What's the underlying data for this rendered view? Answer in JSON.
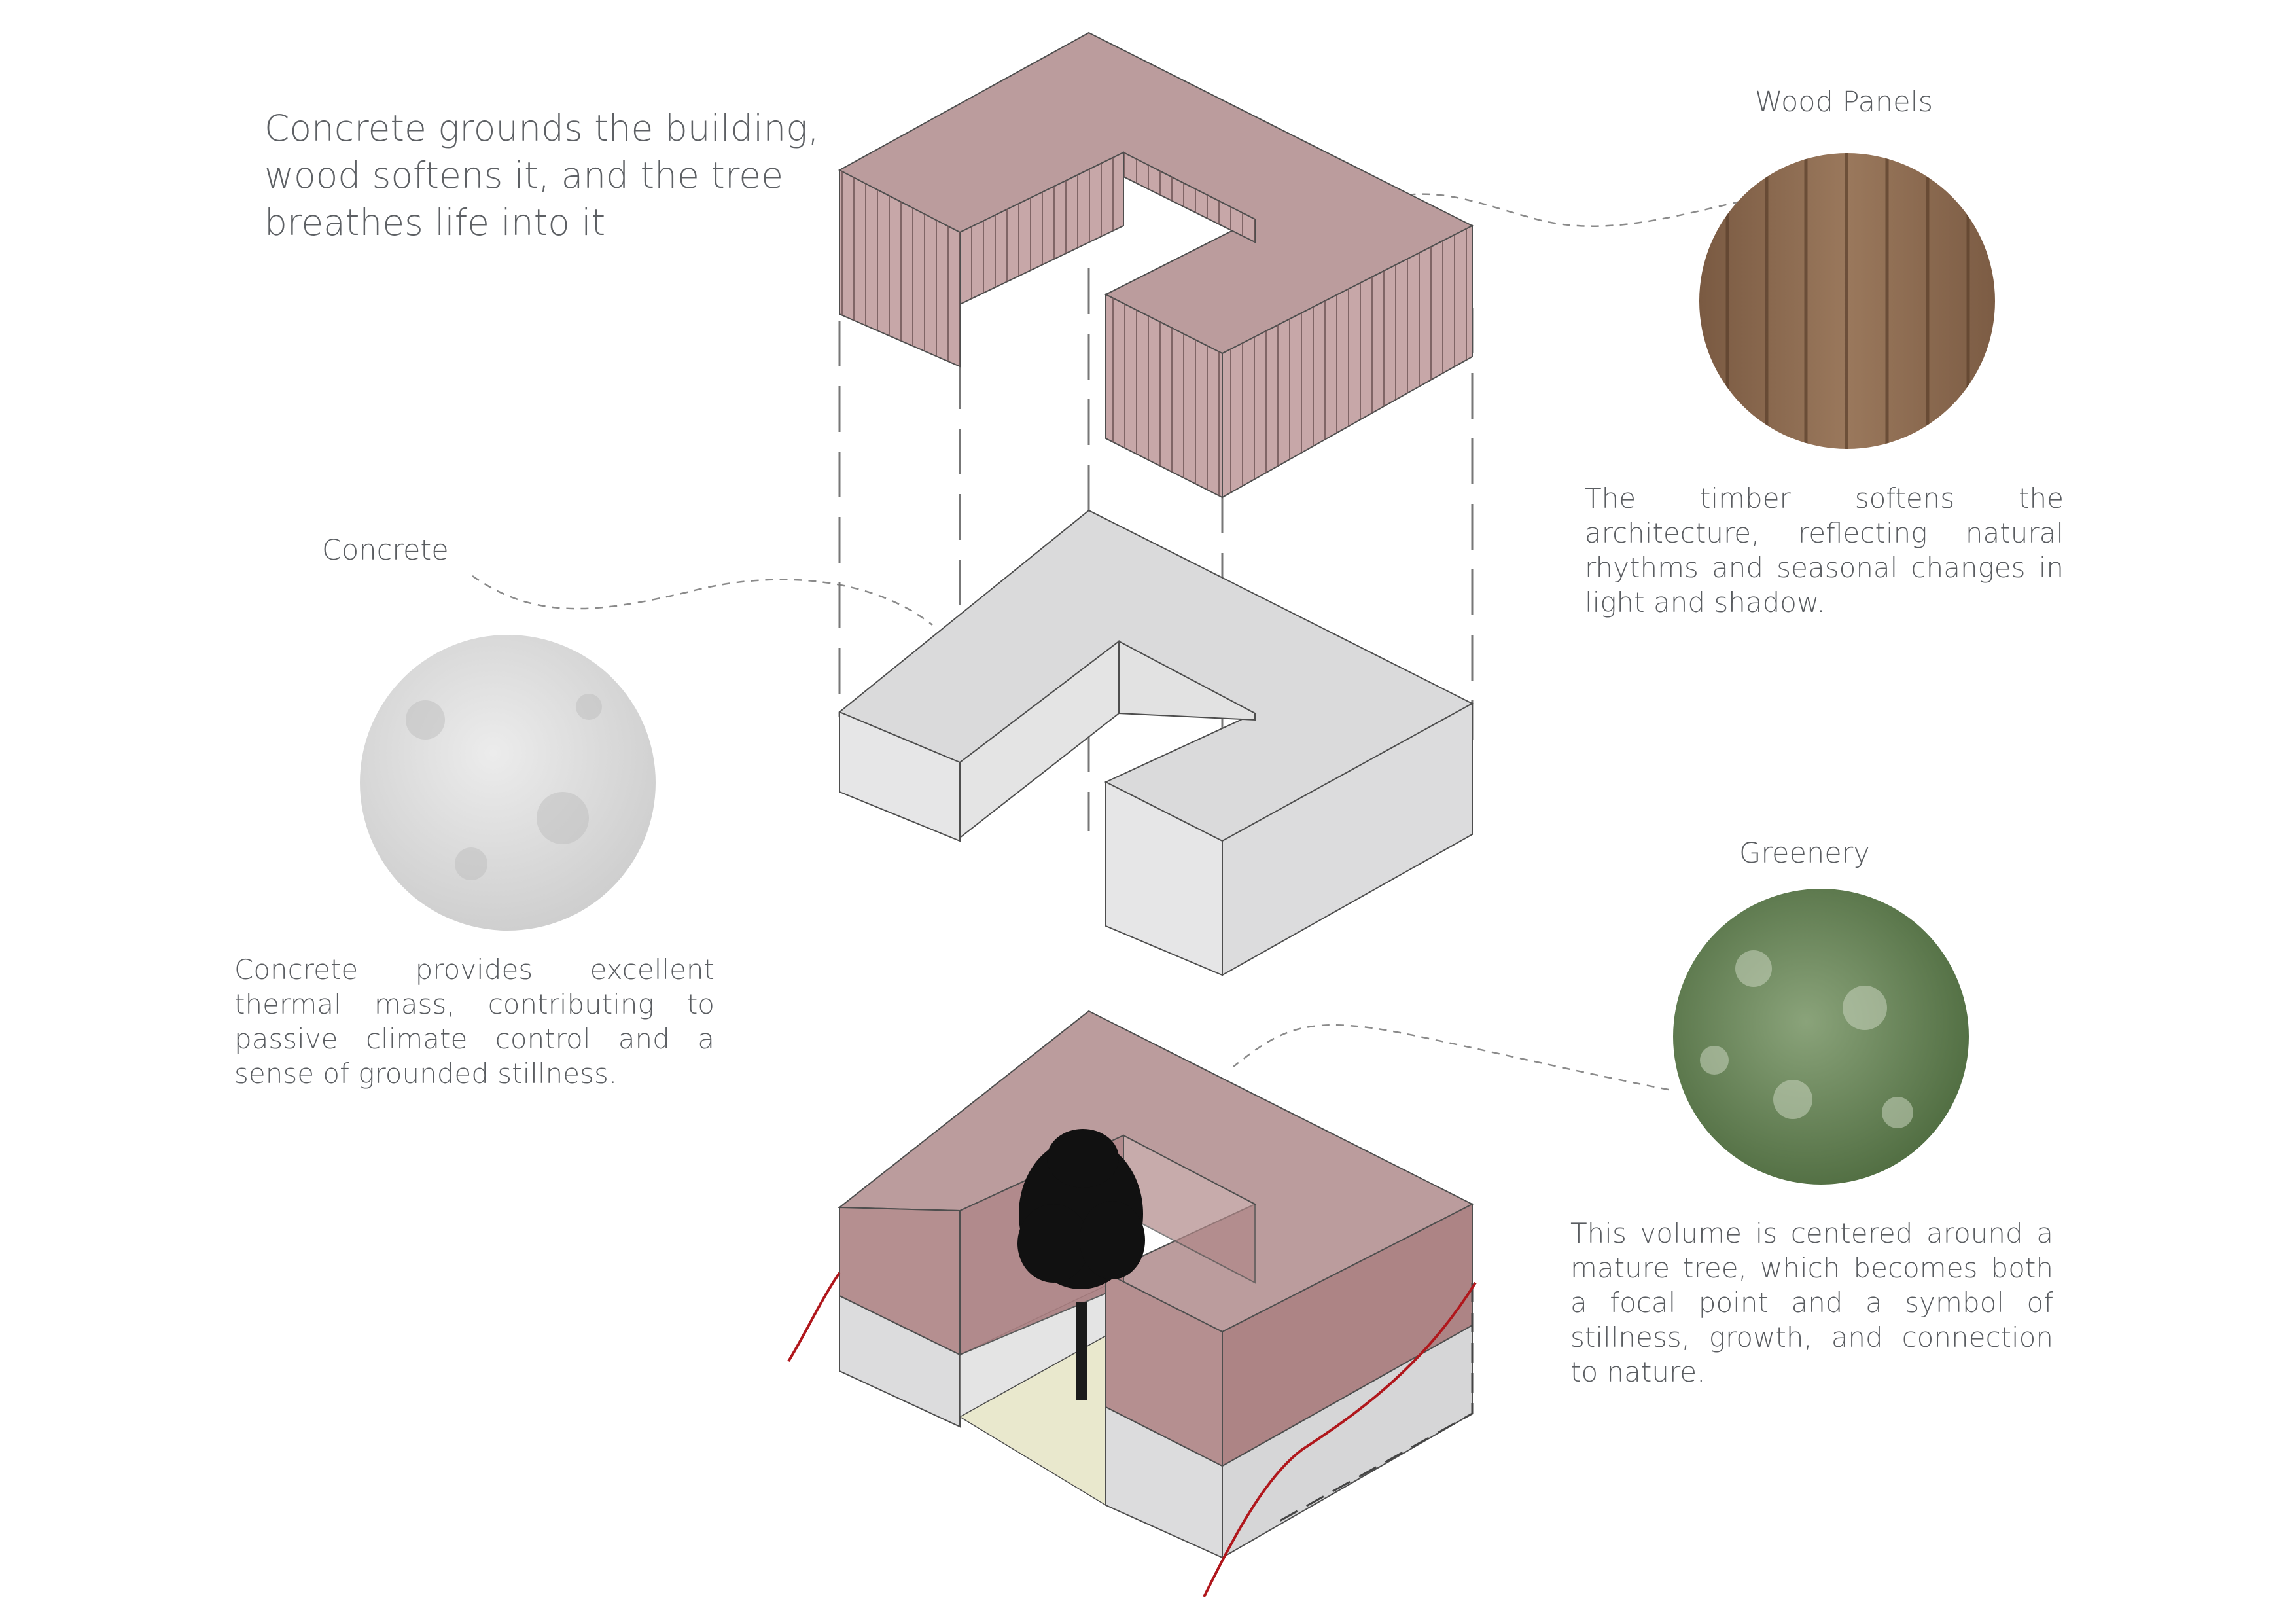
{
  "headline": "Concrete grounds the building, wood softens it, and the tree breathes life into it",
  "materials": {
    "wood": {
      "label": "Wood Panels",
      "description": "The timber softens the architecture, reflecting natural rhythms and seasonal changes in light and shadow."
    },
    "concrete": {
      "label": "Concrete",
      "description": "Concrete provides excellent thermal mass, contributing to passive climate control and a sense of grounded stillness."
    },
    "greenery": {
      "label": "Greenery",
      "description": "This volume is centered around a mature tree, which becomes both a focal point and a symbol of stillness, growth, and connection to nature."
    }
  },
  "colors": {
    "wood_volume": "#bb9c9d",
    "wood_volume_transparent": "#a97e80",
    "wood_texture": "#8d6c52",
    "concrete_volume": "#dadadb",
    "concrete_texture": "#d8d8d8",
    "greenery_texture": "#5c7a4c",
    "courtyard_ground": "#e9e8cd",
    "tree": "#111111",
    "terrain_line": "#b0171c",
    "guide_line": "#777777"
  }
}
